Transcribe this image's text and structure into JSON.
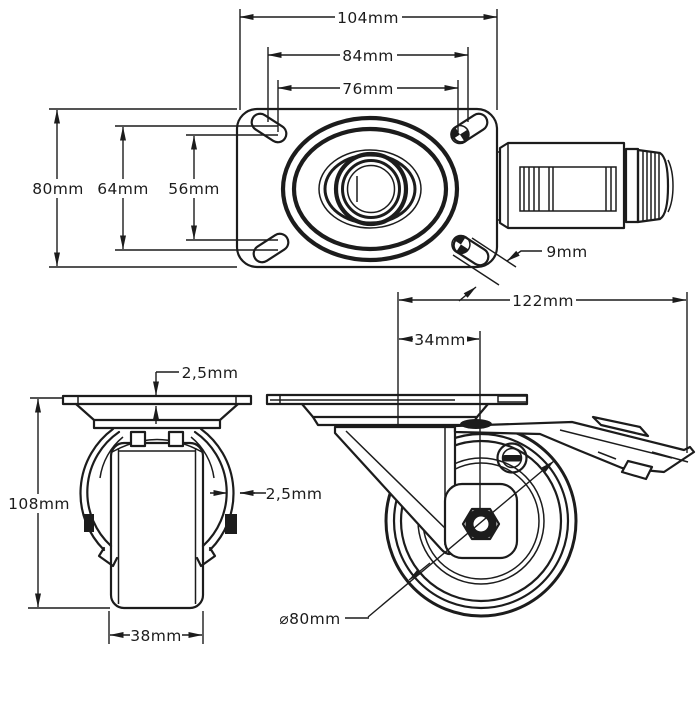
{
  "document": {
    "type": "technical-drawing",
    "subject": "swivel caster wheel with brake, three orthographic views",
    "unit": "mm"
  },
  "colors": {
    "line": "#1c1c1c",
    "background": "#ffffff"
  },
  "views": {
    "top": {
      "label": "top plan view of mounting plate",
      "dims": {
        "overall_width": "104mm",
        "bolt_spacing_outer": "84mm",
        "bolt_spacing_inner": "76mm",
        "overall_depth": "80mm",
        "bolt_depth_outer": "64mm",
        "bolt_depth_inner": "56mm",
        "slot_width": "9mm"
      }
    },
    "front": {
      "label": "front view",
      "dims": {
        "overall_height": "108mm",
        "plate_thickness": "2,5mm",
        "fork_thickness": "2,5mm",
        "wheel_width": "38mm"
      }
    },
    "side": {
      "label": "side view",
      "dims": {
        "overall_length": "122mm",
        "swivel_offset": "34mm",
        "wheel_diameter": "⌀80mm"
      }
    }
  }
}
